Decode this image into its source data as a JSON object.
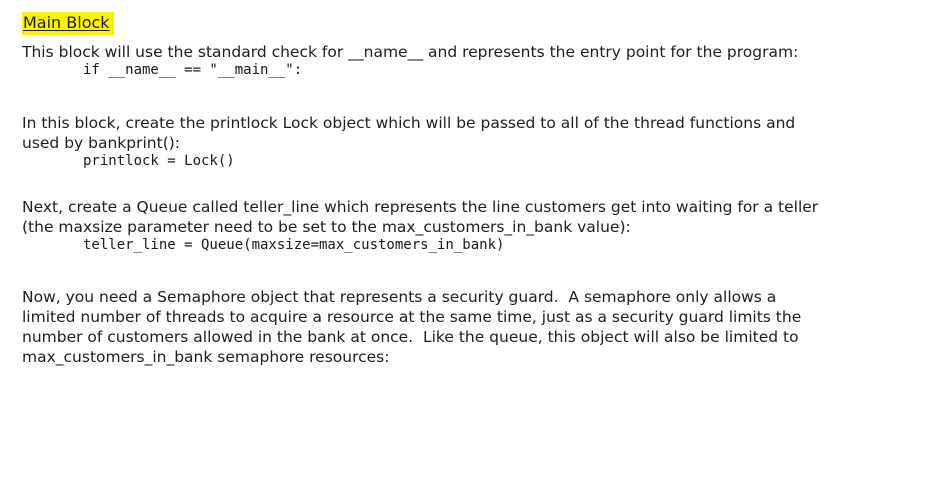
{
  "page": {
    "background": "#ffffff",
    "text_color": "#1f1f1f",
    "highlight_color": "#fdf400"
  },
  "heading": {
    "text": "Main Block"
  },
  "paragraphs": [
    {
      "lines": [
        "This block will use the standard check for __name__ and represents the entry point for the program:"
      ]
    },
    {
      "lines": [
        "In this block, create the printlock Lock object which will be passed to all of the thread functions and",
        "used by bankprint():"
      ]
    },
    {
      "lines": [
        "Next, create a Queue called teller_line which represents the line customers get into waiting for a teller",
        "(the maxsize parameter need to be set to the max_customers_in_bank value):"
      ]
    },
    {
      "lines": [
        "Now, you need a Semaphore object that represents a security guard.  A semaphore only allows a",
        "limited number of threads to acquire a resource at the same time, just as a security guard limits the",
        "number of customers allowed in the bank at once.  Like the queue, this object will also be limited to",
        "max_customers_in_bank semaphore resources:"
      ]
    }
  ],
  "code_blocks": [
    {
      "text": "if __name__ == \"__main__\":"
    },
    {
      "text": "printlock = Lock()"
    },
    {
      "text": "teller_line = Queue(maxsize=max_customers_in_bank)"
    }
  ]
}
